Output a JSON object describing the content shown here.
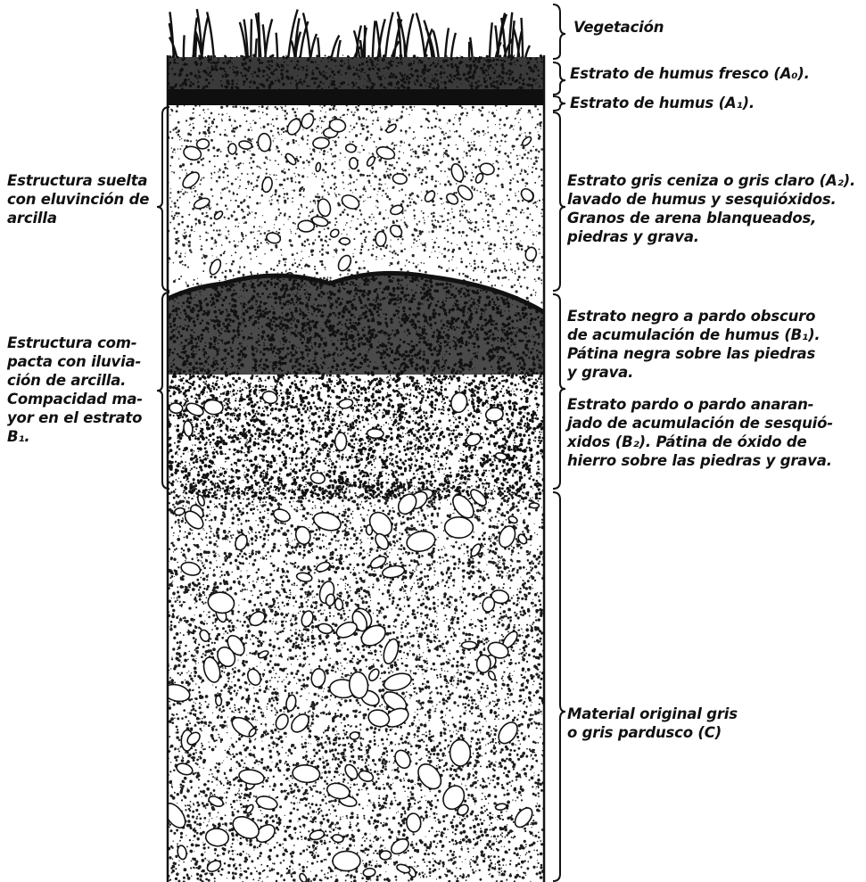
{
  "right_labels": {
    "vegetation": [
      "Vegetación"
    ],
    "fresh_humus": [
      "Estrato de humus fresco (A₀)."
    ],
    "humus": [
      "Estrato de humus (A₁)."
    ],
    "a2": [
      "Estrato gris ceniza o gris claro (A₂).",
      "lavado de humus y sesquióxidos.",
      "Granos de arena blanqueados,",
      "piedras y grava."
    ],
    "b1": [
      "Estrato negro a pardo obscuro",
      "de acumulación de humus (B₁).",
      "Pátina negra sobre las piedras",
      "y grava."
    ],
    "b2": [
      "Estrato pardo o pardo anaran-",
      "jado de acumulación de sesquió-",
      "xidos (B₂). Pátina de óxido de",
      "hierro sobre las piedras y grava."
    ],
    "c": [
      "Material original gris",
      "o gris pardusco (C)"
    ]
  },
  "left_labels": {
    "loose": [
      "Estructura suelta",
      "con eluvinción de",
      "arcilla"
    ],
    "compact": [
      "Estructura com-",
      "pacta con iluvia-",
      "ción de arcilla.",
      "Compacidad ma-",
      "yor en el estrato",
      "B₁."
    ]
  },
  "colors": {
    "ink": "#111111",
    "paper": "#ffffff"
  }
}
